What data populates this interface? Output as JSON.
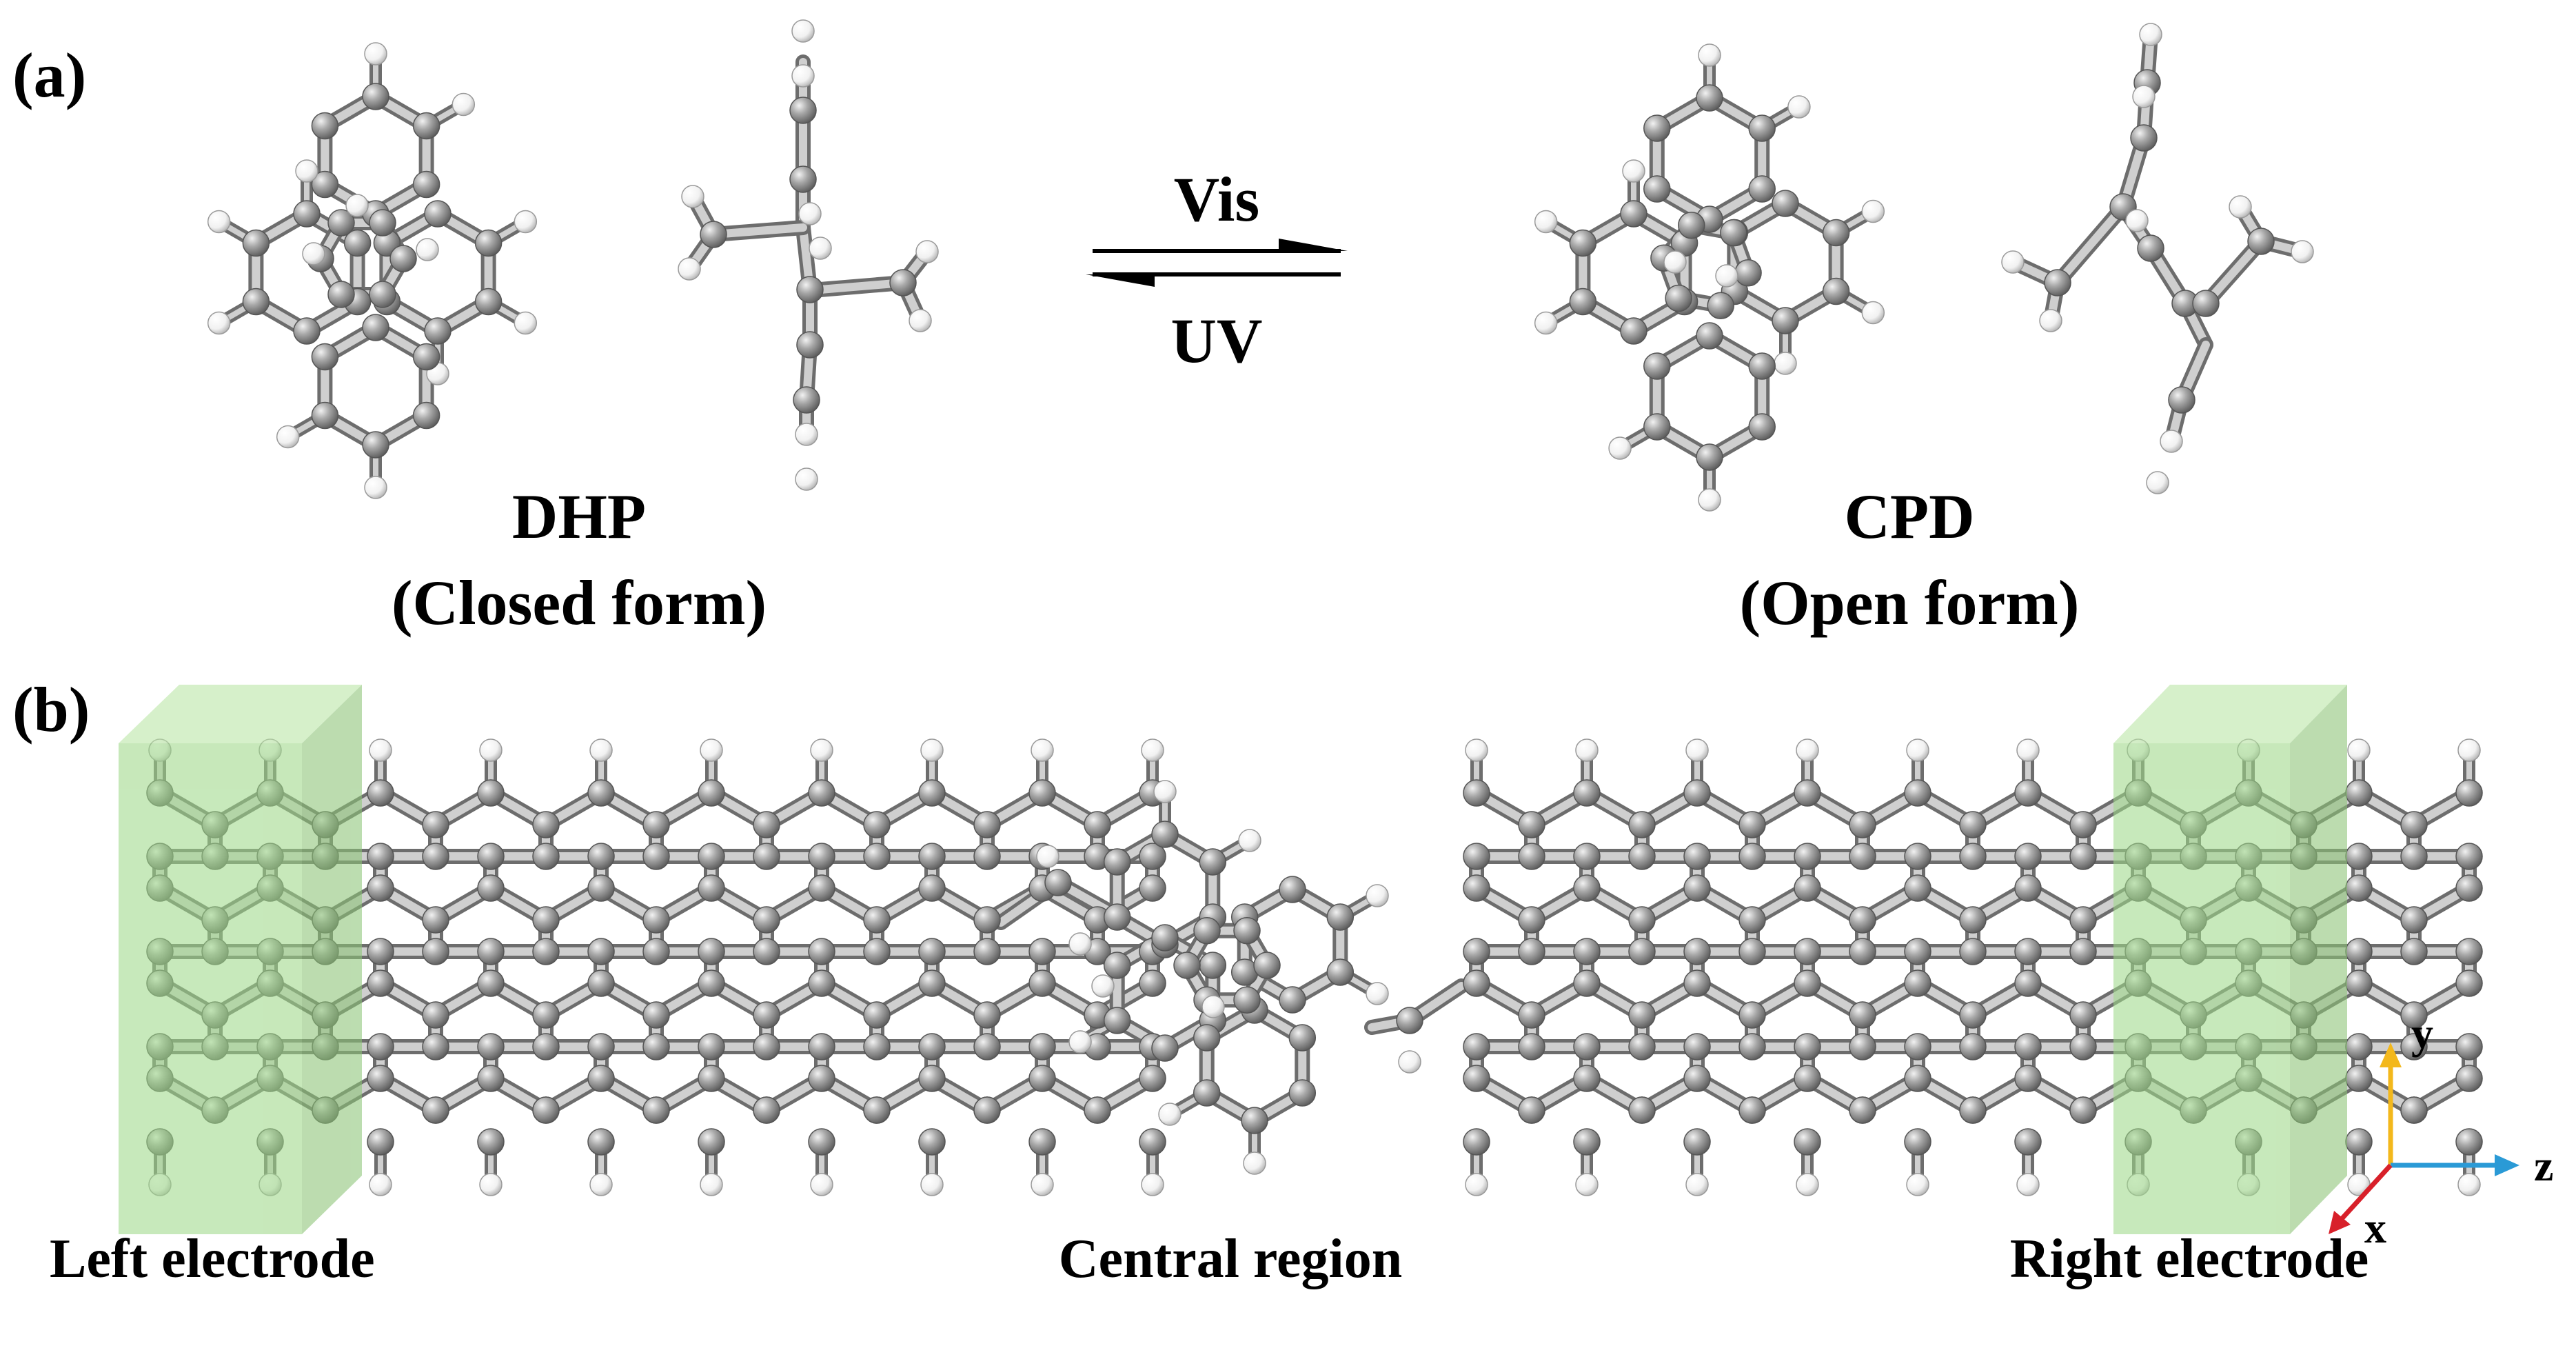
{
  "panel_a": {
    "label": "(a)",
    "dhp": {
      "name": "DHP",
      "form": "(Closed form)"
    },
    "cpd": {
      "name": "CPD",
      "form": "(Open form)"
    },
    "arrow_top": "Vis",
    "arrow_bottom": "UV"
  },
  "panel_b": {
    "label": "(b)",
    "left_electrode": "Left electrode",
    "central_region": "Central region",
    "right_electrode": "Right electrode"
  },
  "axes": {
    "y": "y",
    "z": "z",
    "x": "x"
  },
  "colors": {
    "carbon": "#9a9a9a",
    "hydrogen": "#ffffff",
    "bond": "#b5b5b5",
    "electrode": "#9fd98a",
    "axis_y": "#f3b81c",
    "axis_z": "#2a9ad6",
    "axis_x": "#d8202a"
  }
}
